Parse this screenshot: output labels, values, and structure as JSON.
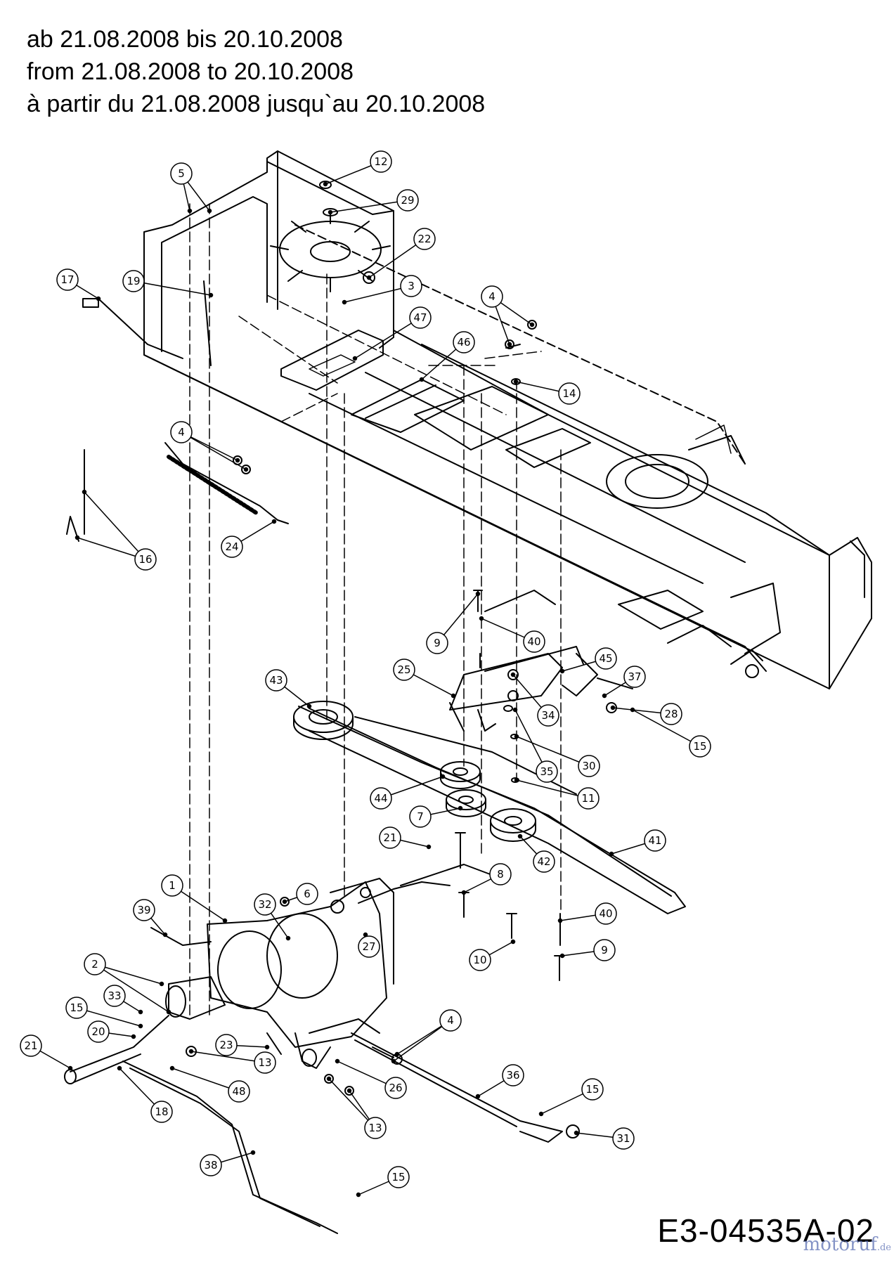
{
  "header": {
    "line_de": "ab 21.08.2008 bis 20.10.2008",
    "line_en": "from 21.08.2008 to 20.10.2008",
    "line_fr": "à partir du 21.08.2008 jusqu`au 20.10.2008"
  },
  "diagram_code": "E3-04535A-02",
  "watermark": {
    "name": "motoruf",
    "tld": ".de"
  },
  "colors": {
    "line": "#000000",
    "watermark": "#5b6fb3"
  },
  "callouts": [
    {
      "n": "12"
    },
    {
      "n": "29"
    },
    {
      "n": "22"
    },
    {
      "n": "3"
    },
    {
      "n": "47"
    },
    {
      "n": "46"
    },
    {
      "n": "5"
    },
    {
      "n": "17"
    },
    {
      "n": "19"
    },
    {
      "n": "4"
    },
    {
      "n": "14"
    },
    {
      "n": "4"
    },
    {
      "n": "24"
    },
    {
      "n": "16"
    },
    {
      "n": "9"
    },
    {
      "n": "40"
    },
    {
      "n": "45"
    },
    {
      "n": "43"
    },
    {
      "n": "25"
    },
    {
      "n": "37"
    },
    {
      "n": "28"
    },
    {
      "n": "34"
    },
    {
      "n": "15"
    },
    {
      "n": "30"
    },
    {
      "n": "35"
    },
    {
      "n": "44"
    },
    {
      "n": "11"
    },
    {
      "n": "7"
    },
    {
      "n": "41"
    },
    {
      "n": "21"
    },
    {
      "n": "42"
    },
    {
      "n": "8"
    },
    {
      "n": "1"
    },
    {
      "n": "6"
    },
    {
      "n": "32"
    },
    {
      "n": "39"
    },
    {
      "n": "27"
    },
    {
      "n": "40"
    },
    {
      "n": "10"
    },
    {
      "n": "9"
    },
    {
      "n": "2"
    },
    {
      "n": "33"
    },
    {
      "n": "15"
    },
    {
      "n": "20"
    },
    {
      "n": "4"
    },
    {
      "n": "21"
    },
    {
      "n": "23"
    },
    {
      "n": "13"
    },
    {
      "n": "48"
    },
    {
      "n": "26"
    },
    {
      "n": "36"
    },
    {
      "n": "18"
    },
    {
      "n": "15"
    },
    {
      "n": "13"
    },
    {
      "n": "31"
    },
    {
      "n": "38"
    },
    {
      "n": "15"
    }
  ]
}
